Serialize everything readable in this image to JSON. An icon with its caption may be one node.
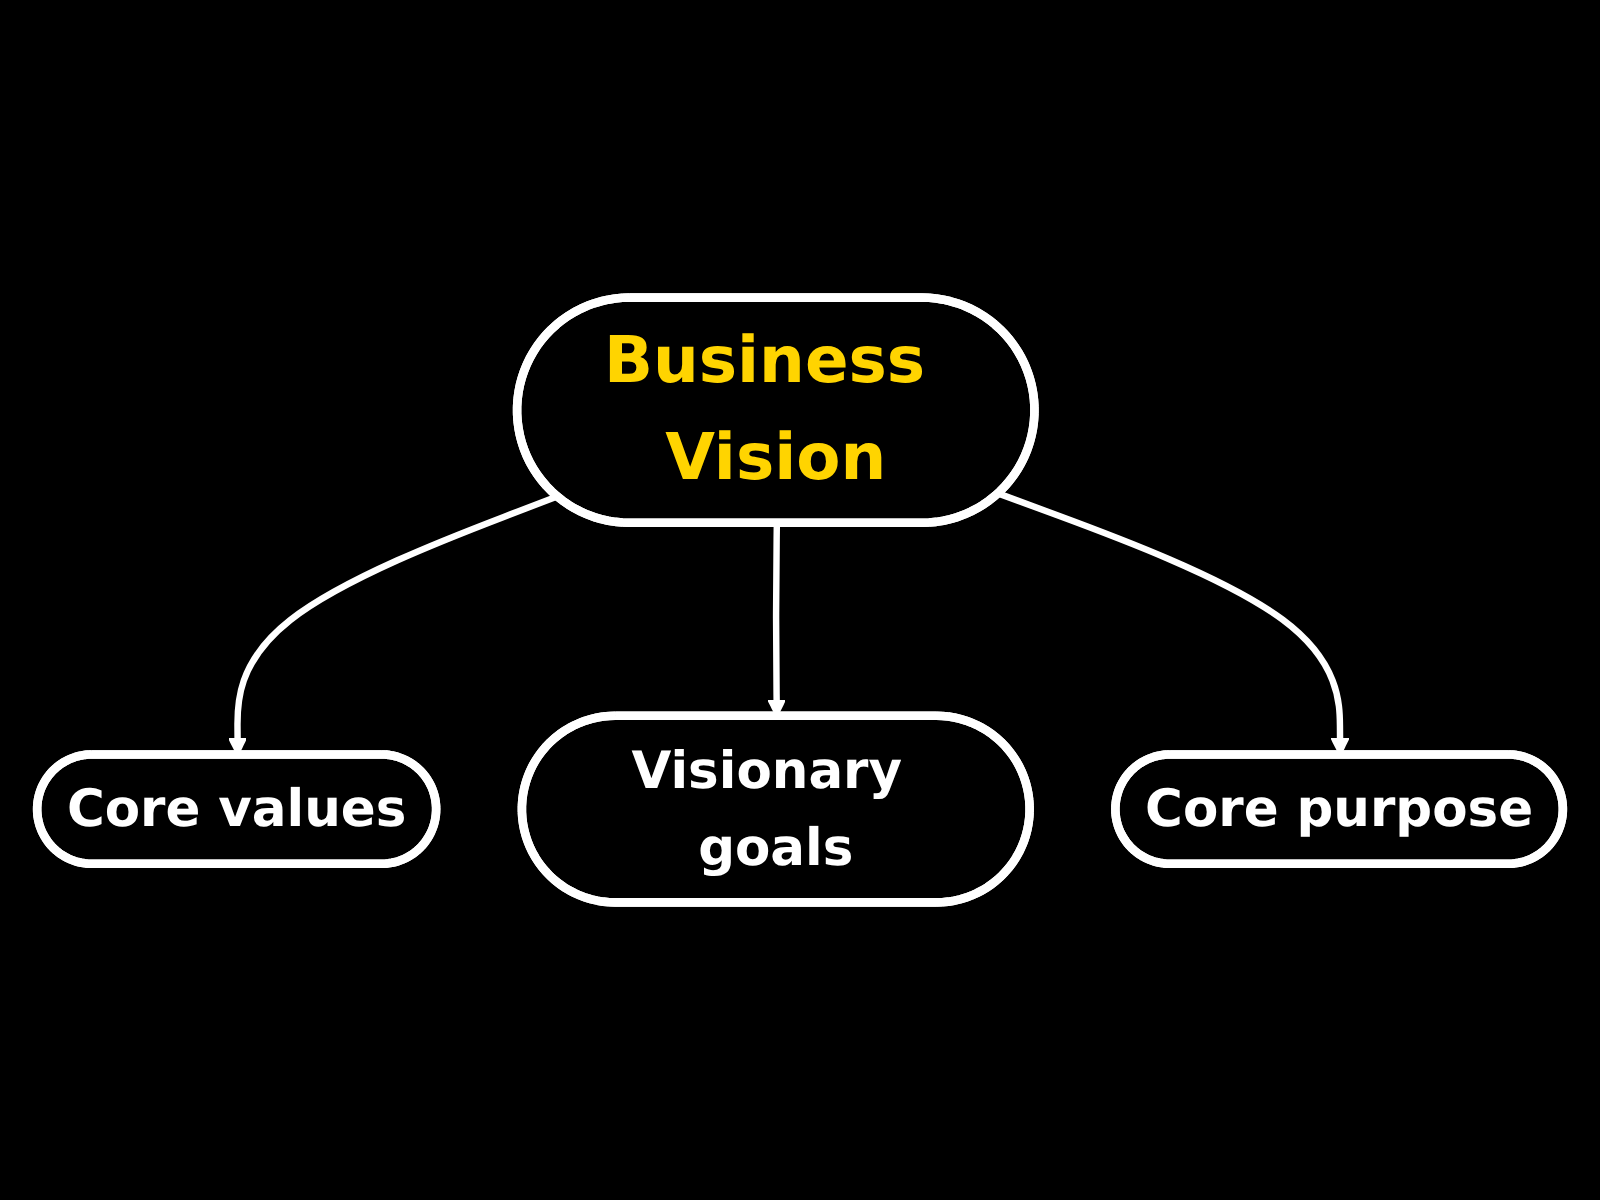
{
  "diagram": {
    "nodes": [
      {
        "text": [
          "Business Vision"
        ]
      },
      {
        "text": [
          "Core values"
        ]
      },
      {
        "text": [
          "Visionary goals"
        ]
      },
      {
        "text": [
          "Core purpose"
        ]
      }
    ],
    "edges": [
      {
        "from": 0,
        "to": 1,
        "arrow": "to"
      },
      {
        "from": 0,
        "to": 2,
        "arrow": "to"
      },
      {
        "from": 0,
        "to": 3,
        "arrow": "to"
      }
    ]
  }
}
